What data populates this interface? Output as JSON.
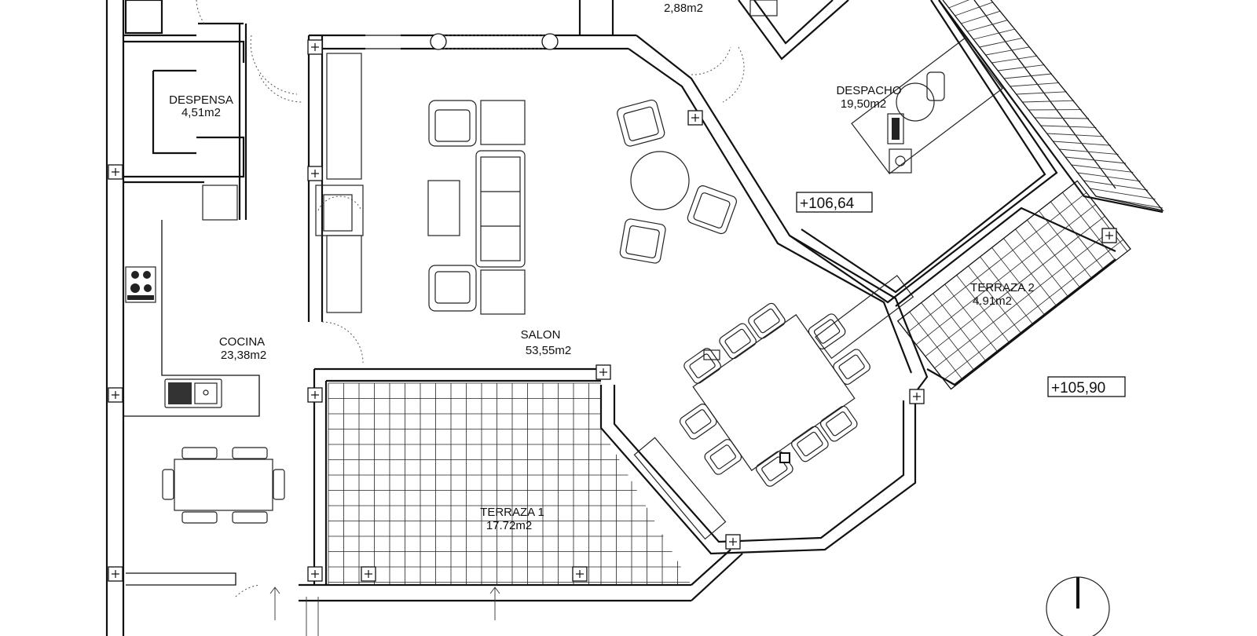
{
  "rooms": {
    "partial_top": "2,88m2",
    "despensa": {
      "name": "DESPENSA",
      "area": "4,51m2"
    },
    "despacho": {
      "name": "DESPACHO",
      "area": "19,50m2"
    },
    "cocina": {
      "name": "COCINA",
      "area": "23,38m2"
    },
    "salon": {
      "name": "SALON",
      "area": "53,55m2"
    },
    "terraza1": {
      "name": "TERRAZA  1",
      "area": "17.72m2"
    },
    "terraza2": {
      "name": "TERRAZA  2",
      "area": "4.91m2"
    }
  },
  "levels": {
    "upper": "+106,64",
    "lower": "+105,90"
  }
}
